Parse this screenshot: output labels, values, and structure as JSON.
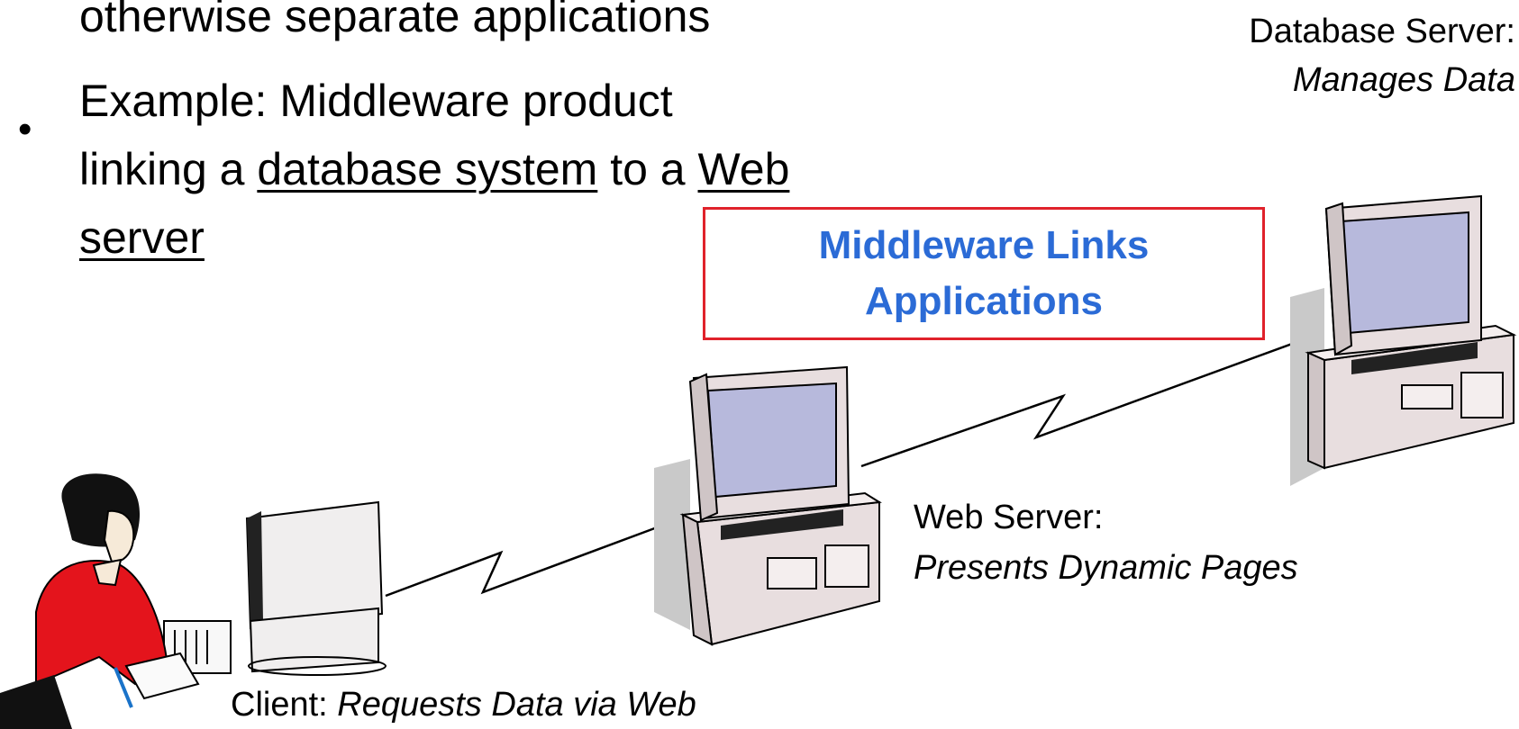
{
  "bullets": {
    "line0": "otherwise separate applications",
    "line1": "Example: Middleware product",
    "line2_pre": "linking a ",
    "line2_db": "database system",
    "line2_mid": " to a ",
    "line2_web": "Web",
    "line3_server": "server"
  },
  "callout": {
    "line1": "Middleware Links",
    "line2": "Applications"
  },
  "labels": {
    "database_server_title": "Database Server:",
    "database_server_role": "Manages Data",
    "web_server_title": "Web Server:",
    "web_server_role": "Presents Dynamic Pages",
    "client_title": "Client: ",
    "client_role": "Requests Data via Web"
  },
  "icons": [
    "person-at-desk-icon",
    "client-computer-icon",
    "web-server-computer-icon",
    "database-server-computer-icon",
    "network-link-icon"
  ],
  "colors": {
    "callout_border": "#e0222b",
    "callout_text": "#2b6bd6",
    "monitor_screen": "#b7b9dc",
    "computer_body": "#e8dedf",
    "shadow": "#c9c9c9"
  }
}
